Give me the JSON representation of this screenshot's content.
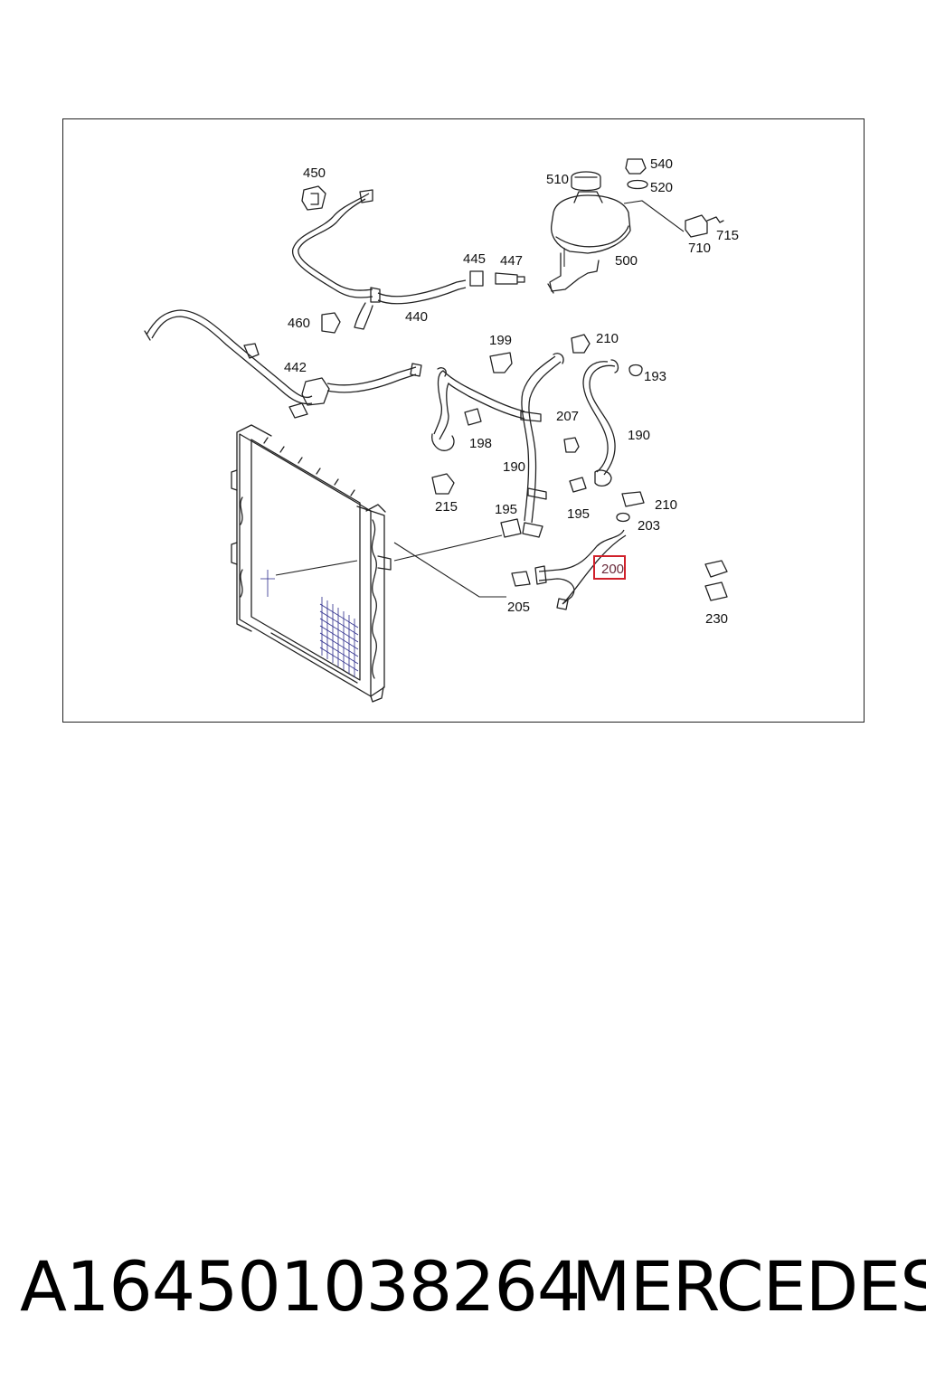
{
  "diagram": {
    "callouts": {
      "c450": "450",
      "c540": "540",
      "c510": "510",
      "c520": "520",
      "c715": "715",
      "c710": "710",
      "c445": "445",
      "c447": "447",
      "c500": "500",
      "c460": "460",
      "c440": "440",
      "c199": "199",
      "c210a": "210",
      "c442": "442",
      "c193": "193",
      "c207": "207",
      "c198": "198",
      "c190a": "190",
      "c190b": "190",
      "c215": "215",
      "c195a": "195",
      "c195b": "195",
      "c210b": "210",
      "c203": "203",
      "c200": "200",
      "c205": "205",
      "c230": "230"
    },
    "highlighted_callout": "200",
    "highlight_color": "#d0202a"
  },
  "caption": {
    "part_number": "A164501038264",
    "brand": "MERCEDES"
  }
}
